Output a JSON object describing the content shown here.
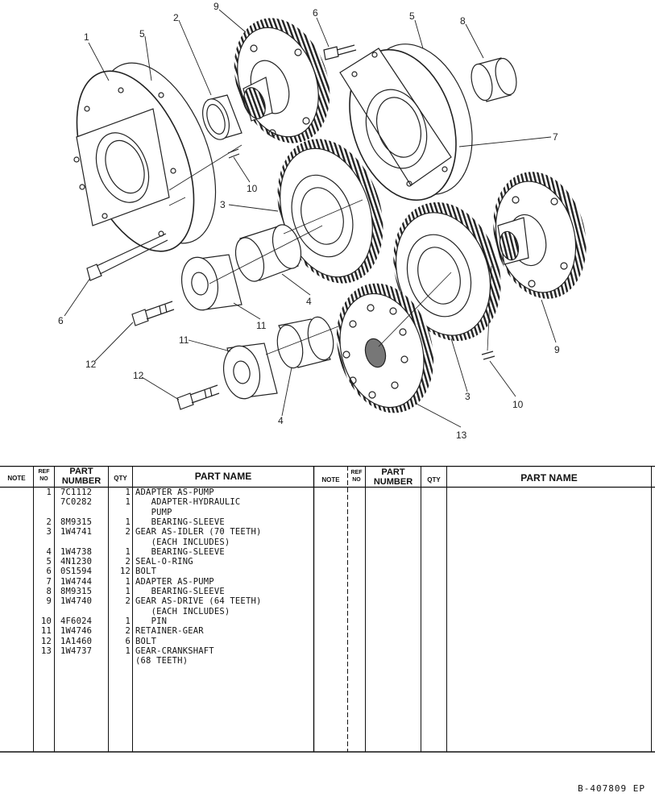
{
  "callouts": {
    "c1": "1",
    "c5a": "5",
    "c2": "2",
    "c9a": "9",
    "c6a": "6",
    "c5b": "5",
    "c8": "8",
    "c7": "7",
    "c10a": "10",
    "c3a": "3",
    "c6b": "6",
    "c4a": "4",
    "c11a": "11",
    "c12a": "12",
    "c9b": "9",
    "c11b": "11",
    "c12b": "12",
    "c4b": "4",
    "c3b": "3",
    "c10b": "10",
    "c13": "13"
  },
  "table": {
    "headers": {
      "note": "NOTE",
      "ref": "REF NO",
      "part": "PART NUMBER",
      "qty": "QTY",
      "name": "PART NAME"
    },
    "rows": [
      {
        "ref": "1",
        "part": "7C1112",
        "qty": "1",
        "name": "ADAPTER AS-PUMP"
      },
      {
        "ref": "",
        "part": "7C0282",
        "qty": "1",
        "name": "   ADAPTER-HYDRAULIC"
      },
      {
        "ref": "",
        "part": "",
        "qty": "",
        "name": "   PUMP"
      },
      {
        "ref": "2",
        "part": "8M9315",
        "qty": "1",
        "name": "   BEARING-SLEEVE"
      },
      {
        "ref": "3",
        "part": "1W4741",
        "qty": "2",
        "name": "GEAR AS-IDLER (70 TEETH)"
      },
      {
        "ref": "",
        "part": "",
        "qty": "",
        "name": "   (EACH INCLUDES)"
      },
      {
        "ref": "4",
        "part": "1W4738",
        "qty": "1",
        "name": "   BEARING-SLEEVE"
      },
      {
        "ref": "5",
        "part": "4N1230",
        "qty": "2",
        "name": "SEAL-O-RING"
      },
      {
        "ref": "6",
        "part": "0S1594",
        "qty": "12",
        "name": "BOLT"
      },
      {
        "ref": "7",
        "part": "1W4744",
        "qty": "1",
        "name": "ADAPTER AS-PUMP"
      },
      {
        "ref": "8",
        "part": "8M9315",
        "qty": "1",
        "name": "   BEARING-SLEEVE"
      },
      {
        "ref": "9",
        "part": "1W4740",
        "qty": "2",
        "name": "GEAR AS-DRIVE (64 TEETH)"
      },
      {
        "ref": "",
        "part": "",
        "qty": "",
        "name": "   (EACH INCLUDES)"
      },
      {
        "ref": "10",
        "part": "4F6024",
        "qty": "1",
        "name": "   PIN"
      },
      {
        "ref": "11",
        "part": "1W4746",
        "qty": "2",
        "name": "RETAINER-GEAR"
      },
      {
        "ref": "12",
        "part": "1A1460",
        "qty": "6",
        "name": "BOLT"
      },
      {
        "ref": "13",
        "part": "1W4737",
        "qty": "1",
        "name": "GEAR-CRANKSHAFT"
      },
      {
        "ref": "",
        "part": "",
        "qty": "",
        "name": "(68 TEETH)"
      }
    ]
  },
  "footer": {
    "drawing_number": "B-407809 EP"
  }
}
